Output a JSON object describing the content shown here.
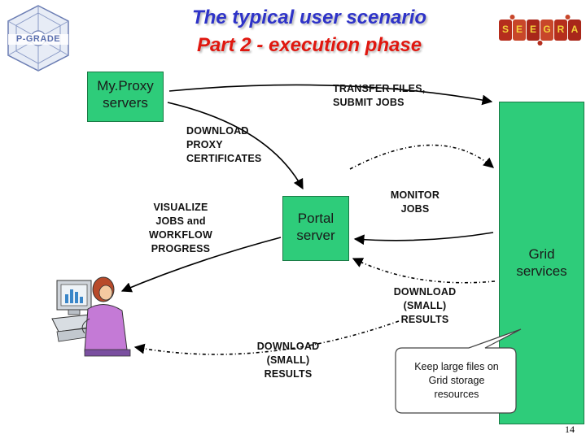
{
  "title": {
    "line1": "The typical user scenario",
    "line2": "Part 2 - execution phase",
    "line1_color": "#2e33c8",
    "line2_color": "#e0170f"
  },
  "logos": {
    "pgrade_text": "P-GRADE",
    "puzzle_letters": [
      "S",
      "E",
      "E",
      "G",
      "R",
      "A"
    ]
  },
  "nodes": {
    "myproxy": [
      "My.Proxy",
      "servers"
    ],
    "portal": [
      "Portal",
      "server"
    ],
    "grid": [
      "Grid",
      "services"
    ]
  },
  "labels": {
    "transfer": [
      "TRANSFER FILES,",
      "SUBMIT JOBS"
    ],
    "download_proxy": [
      "DOWNLOAD",
      "PROXY",
      "CERTIFICATES"
    ],
    "visualize": [
      "VISUALIZE",
      "JOBS and",
      "WORKFLOW",
      "PROGRESS"
    ],
    "monitor": [
      "MONITOR",
      "JOBS"
    ],
    "download_results_right": [
      "DOWNLOAD",
      "(SMALL)",
      "RESULTS"
    ],
    "download_results_center": [
      "DOWNLOAD",
      "(SMALL)",
      "RESULTS"
    ]
  },
  "callout": [
    "Keep large files on",
    "Grid storage",
    "resources"
  ],
  "page_number": "14",
  "colors": {
    "green_box": "#2ecc7a",
    "arrow": "#000000"
  }
}
